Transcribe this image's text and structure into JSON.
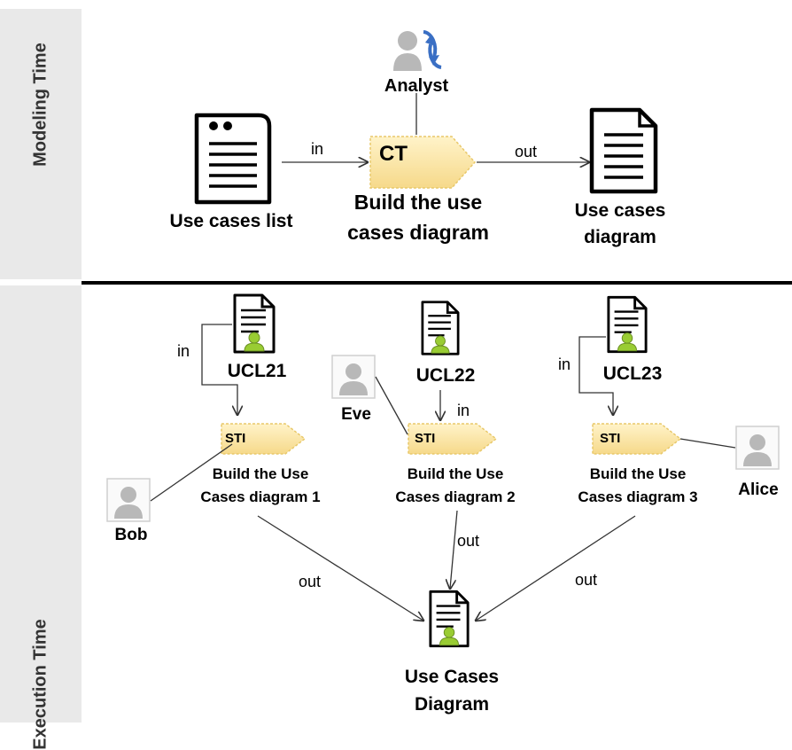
{
  "lanes": {
    "modeling": "Modeling Time",
    "execution": "Execution Time"
  },
  "modeling": {
    "analyst": "Analyst",
    "task_code": "CT",
    "task_title_1": "Build the use",
    "task_title_2": "cases diagram",
    "input_doc_1": "Use cases list",
    "output_doc_1": "Use cases",
    "output_doc_2": "diagram",
    "in_label": "in",
    "out_label": "out"
  },
  "execution": {
    "docs": [
      "UCL21",
      "UCL22",
      "UCL23"
    ],
    "people": [
      "Bob",
      "Eve",
      "Alice"
    ],
    "task_code": "STI",
    "tasks": [
      {
        "line1": "Build the Use",
        "line2": "Cases diagram 1"
      },
      {
        "line1": "Build the Use",
        "line2": "Cases diagram 2"
      },
      {
        "line1": "Build the Use",
        "line2": "Cases diagram 3"
      }
    ],
    "in_labels": [
      "in",
      "in",
      "in"
    ],
    "out_labels": [
      "out",
      "out",
      "out"
    ],
    "result_1": "Use Cases",
    "result_2": "Diagram"
  },
  "colors": {
    "task_fill": "#fce8a8",
    "task_stroke": "#e8c86a",
    "person_fill": "#b8b8b8",
    "person_badge": "#99cc33",
    "lane_band": "#e9e9e9",
    "cycle_arrow": "#3a6fc4"
  }
}
